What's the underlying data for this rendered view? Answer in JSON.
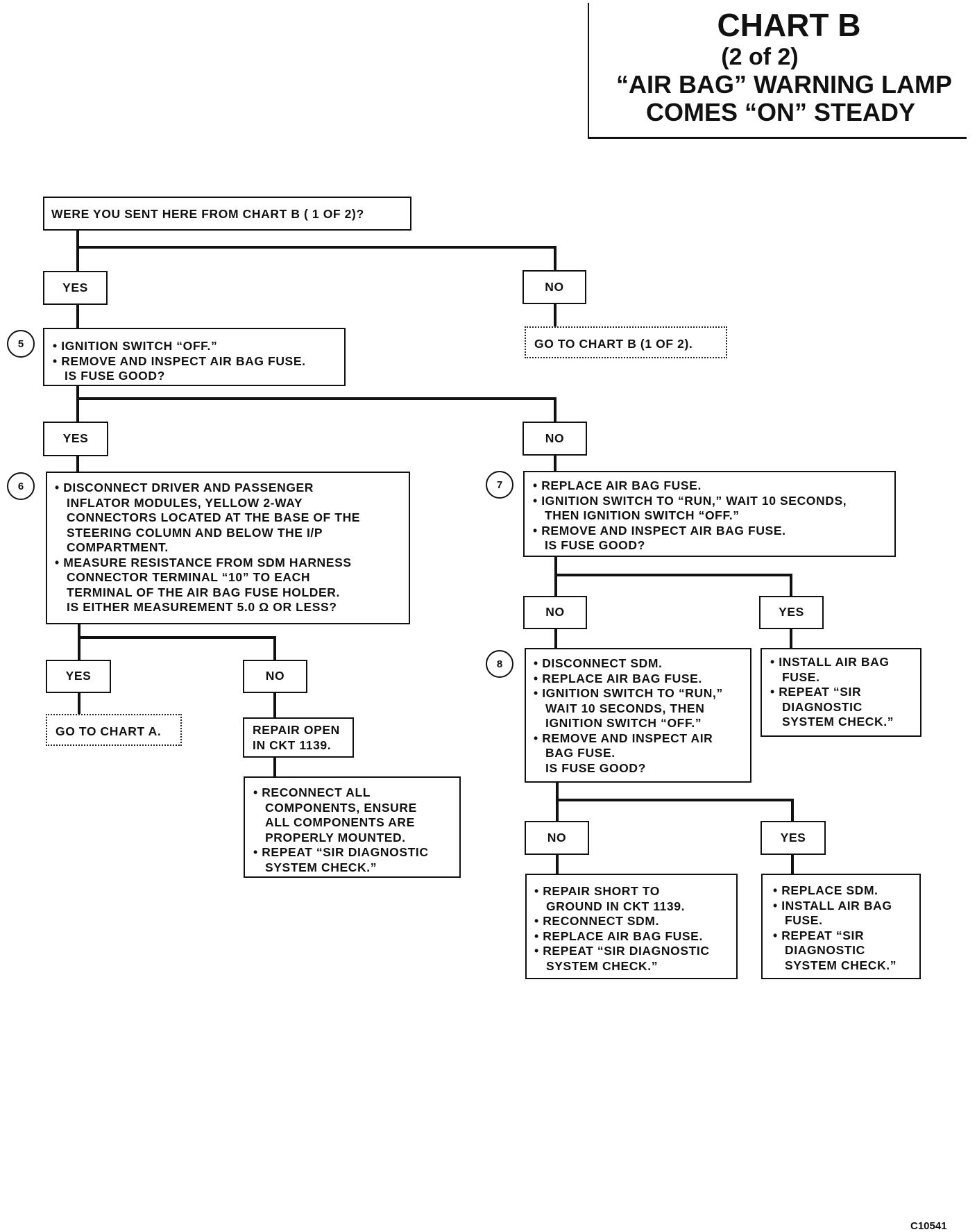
{
  "header": {
    "title": "CHART B",
    "part": "(2 of 2)",
    "line1": "“AIR BAG” WARNING LAMP",
    "line2": "COMES “ON” STEADY"
  },
  "steps": {
    "s5": "5",
    "s6": "6",
    "s7": "7",
    "s8": "8"
  },
  "nodes": {
    "start": [
      "WERE YOU SENT HERE FROM CHART B ( 1 OF 2)?"
    ],
    "yes1": "YES",
    "no1": "NO",
    "goto_b1": [
      "GO TO CHART B (1 OF 2)."
    ],
    "step5": [
      "• IGNITION SWITCH “OFF.”",
      "• REMOVE AND INSPECT AIR BAG FUSE.",
      "IS FUSE GOOD?"
    ],
    "yes2": "YES",
    "no2": "NO",
    "step6": [
      "• DISCONNECT DRIVER AND PASSENGER",
      "INFLATOR MODULES, YELLOW 2-WAY",
      "CONNECTORS LOCATED AT THE BASE OF THE",
      "STEERING COLUMN AND BELOW THE I/P",
      "COMPARTMENT.",
      "• MEASURE RESISTANCE FROM SDM HARNESS",
      "CONNECTOR TERMINAL “10” TO EACH",
      "TERMINAL OF THE AIR BAG FUSE HOLDER.",
      "IS EITHER MEASUREMENT 5.0 Ω OR LESS?"
    ],
    "step7": [
      "• REPLACE AIR BAG FUSE.",
      "• IGNITION SWITCH TO “RUN,” WAIT 10 SECONDS,",
      "THEN IGNITION SWITCH “OFF.”",
      "• REMOVE AND INSPECT AIR BAG FUSE.",
      "IS FUSE GOOD?"
    ],
    "yes3": "YES",
    "no3": "NO",
    "goto_a": [
      "GO TO CHART A."
    ],
    "repair_open": [
      "REPAIR OPEN",
      "IN CKT 1139."
    ],
    "reconnect": [
      "• RECONNECT ALL",
      "COMPONENTS, ENSURE",
      "ALL COMPONENTS ARE",
      "PROPERLY MOUNTED.",
      "• REPEAT “SIR DIAGNOSTIC",
      "SYSTEM CHECK.”"
    ],
    "no4": "NO",
    "yes4": "YES",
    "step8": [
      "• DISCONNECT SDM.",
      "• REPLACE AIR BAG FUSE.",
      "• IGNITION SWITCH TO “RUN,”",
      "WAIT 10 SECONDS, THEN",
      "IGNITION SWITCH “OFF.”",
      "• REMOVE AND INSPECT AIR",
      "BAG FUSE.",
      "IS FUSE GOOD?"
    ],
    "install_fuse": [
      "• INSTALL AIR BAG",
      "FUSE.",
      "• REPEAT “SIR",
      "DIAGNOSTIC",
      "SYSTEM CHECK.”"
    ],
    "no5": "NO",
    "yes5": "YES",
    "repair_short": [
      "• REPAIR SHORT TO",
      "GROUND IN CKT 1139.",
      "• RECONNECT SDM.",
      "• REPLACE AIR BAG FUSE.",
      "• REPEAT “SIR DIAGNOSTIC",
      "SYSTEM CHECK.”"
    ],
    "replace_sdm": [
      "• REPLACE SDM.",
      "• INSTALL AIR BAG",
      "FUSE.",
      "• REPEAT “SIR",
      "DIAGNOSTIC",
      "SYSTEM CHECK.”"
    ]
  },
  "figure_code": "C10541"
}
